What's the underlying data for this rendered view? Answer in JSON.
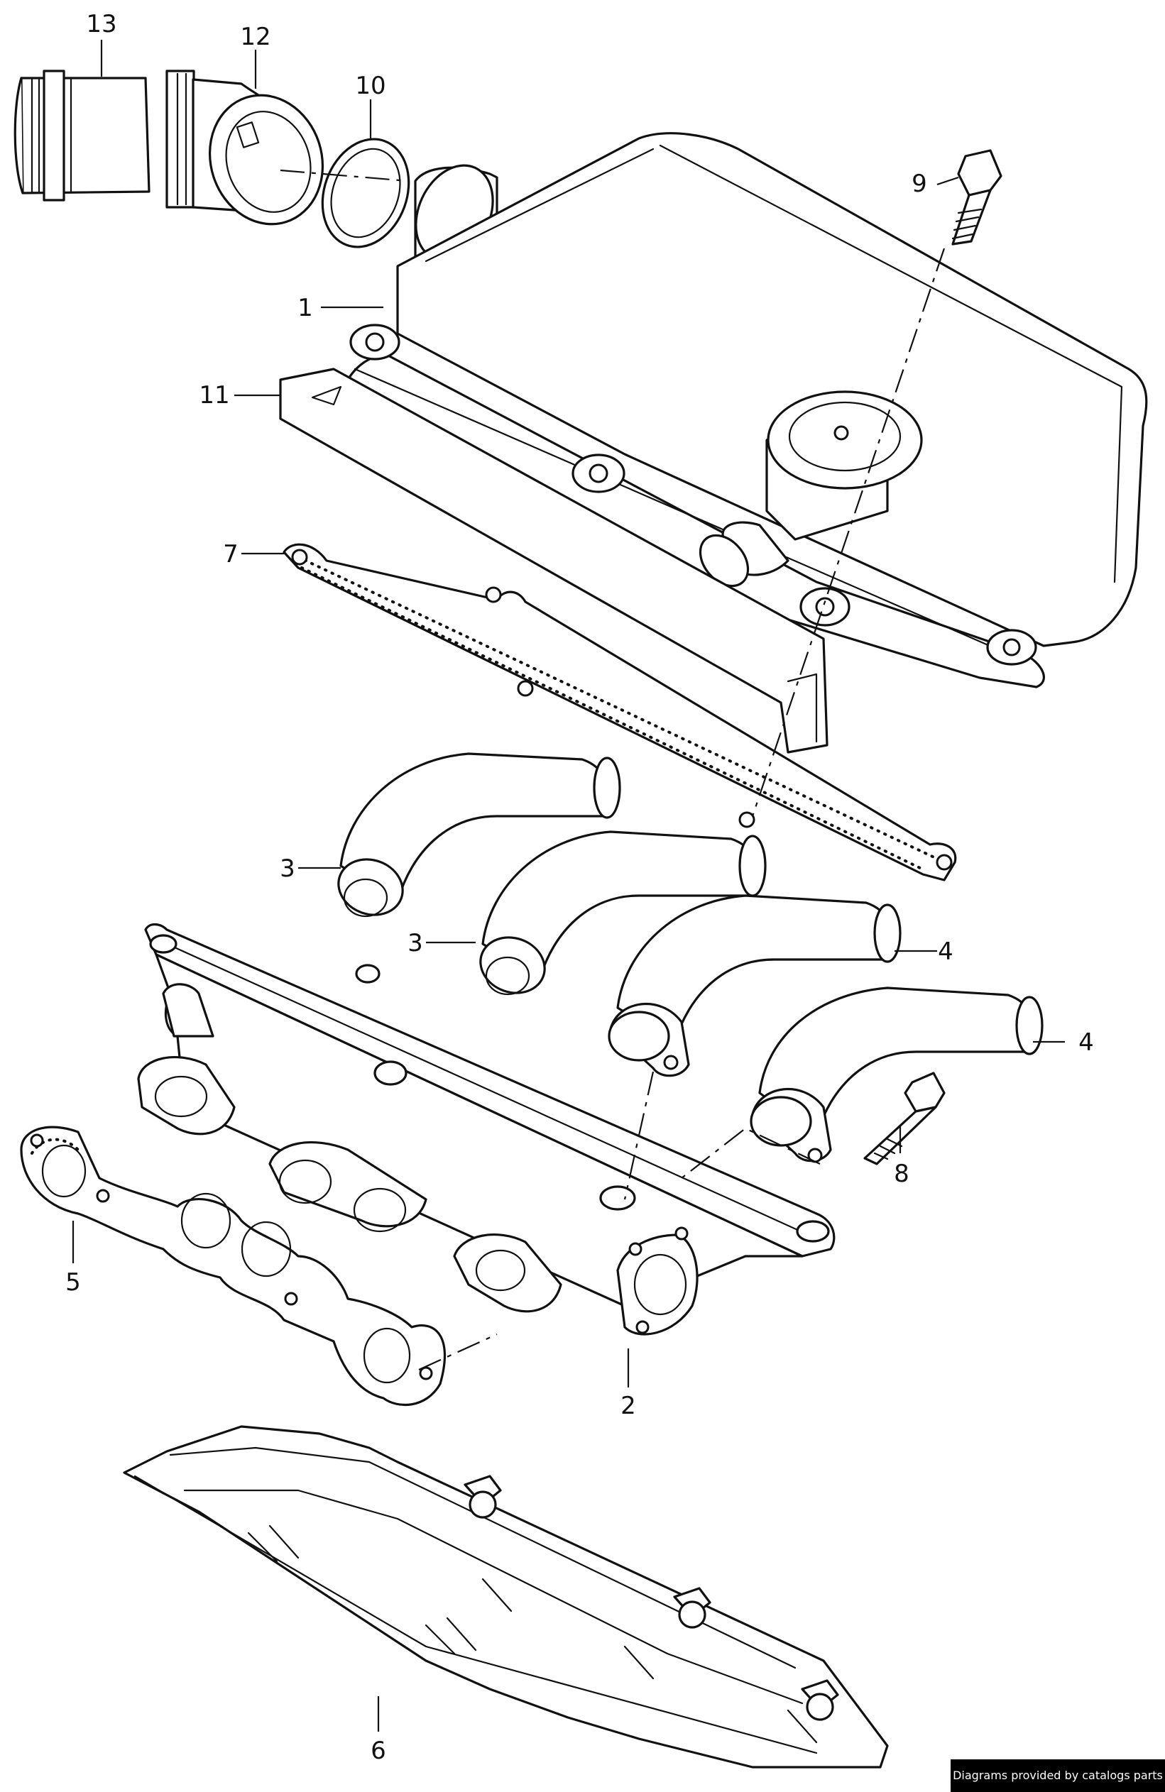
{
  "callouts": [
    {
      "id": "13",
      "label": "13"
    },
    {
      "id": "12",
      "label": "12"
    },
    {
      "id": "10",
      "label": "10"
    },
    {
      "id": "9",
      "label": "9"
    },
    {
      "id": "1",
      "label": "1"
    },
    {
      "id": "11",
      "label": "11"
    },
    {
      "id": "7",
      "label": "7"
    },
    {
      "id": "3a",
      "label": "3"
    },
    {
      "id": "3b",
      "label": "3"
    },
    {
      "id": "4a",
      "label": "4"
    },
    {
      "id": "4b",
      "label": "4"
    },
    {
      "id": "8",
      "label": "8"
    },
    {
      "id": "5",
      "label": "5"
    },
    {
      "id": "2",
      "label": "2"
    },
    {
      "id": "6",
      "label": "6"
    }
  ],
  "credit": "Diagrams provided by catalogs parts"
}
